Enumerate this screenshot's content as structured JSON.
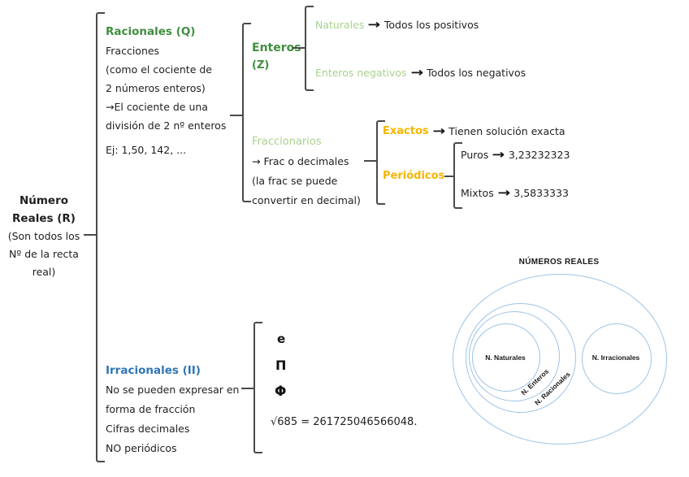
{
  "arrow": "→",
  "root": {
    "title1": "Número",
    "title2": "Reales (R)",
    "sub1": "(Son todos los",
    "sub2": "Nº de la recta",
    "sub3": "real)"
  },
  "racionales": {
    "title": "Racionales (Q)",
    "lines": [
      "Fracciones",
      "(como el cociente de",
      "2 números enteros)",
      "→El cociente de una",
      "división de 2 nº enteros",
      "Ej: 1,50, 142, ..."
    ]
  },
  "enteros": {
    "title": "Enteros",
    "symbol": "(Z)",
    "rows": [
      {
        "label": "Naturales",
        "desc": "Todos los positivos"
      },
      {
        "label": "Enteros negativos",
        "desc": "Todos los negativos"
      }
    ]
  },
  "fraccionarios": {
    "title": "Fraccionarios",
    "lines": [
      "→ Frac o decimales",
      "(la frac se puede",
      "convertir en decimal)"
    ],
    "exactos_label": "Exactos",
    "exactos_desc": "Tienen solución exacta",
    "periodicos_label": "Periódicos",
    "rows": [
      {
        "label": "Puros",
        "value": "3,23232323"
      },
      {
        "label": "Mixtos",
        "value": "3,5833333"
      }
    ]
  },
  "irracionales": {
    "title": "Irracionales (II)",
    "lines": [
      "No se pueden expresar en",
      "forma de fracción",
      "Cifras decimales",
      "NO periódicos"
    ],
    "symbols": [
      "e",
      "Π",
      "Φ"
    ],
    "example": "√685 = 261725046566048."
  },
  "venn": {
    "title": "NÚMEROS REALES",
    "naturales": "N. Naturales",
    "enteros": "N. Enteros",
    "racionales": "N. Racionales",
    "irracionales": "N. Irracionales"
  },
  "colors": {
    "dark_green": "#3f8e3f",
    "light_green": "#a9d18e",
    "orange": "#f7b500",
    "blue": "#2e75b6",
    "venn_stroke": "#9dc3e6",
    "bracket": "#4a4a4a"
  }
}
